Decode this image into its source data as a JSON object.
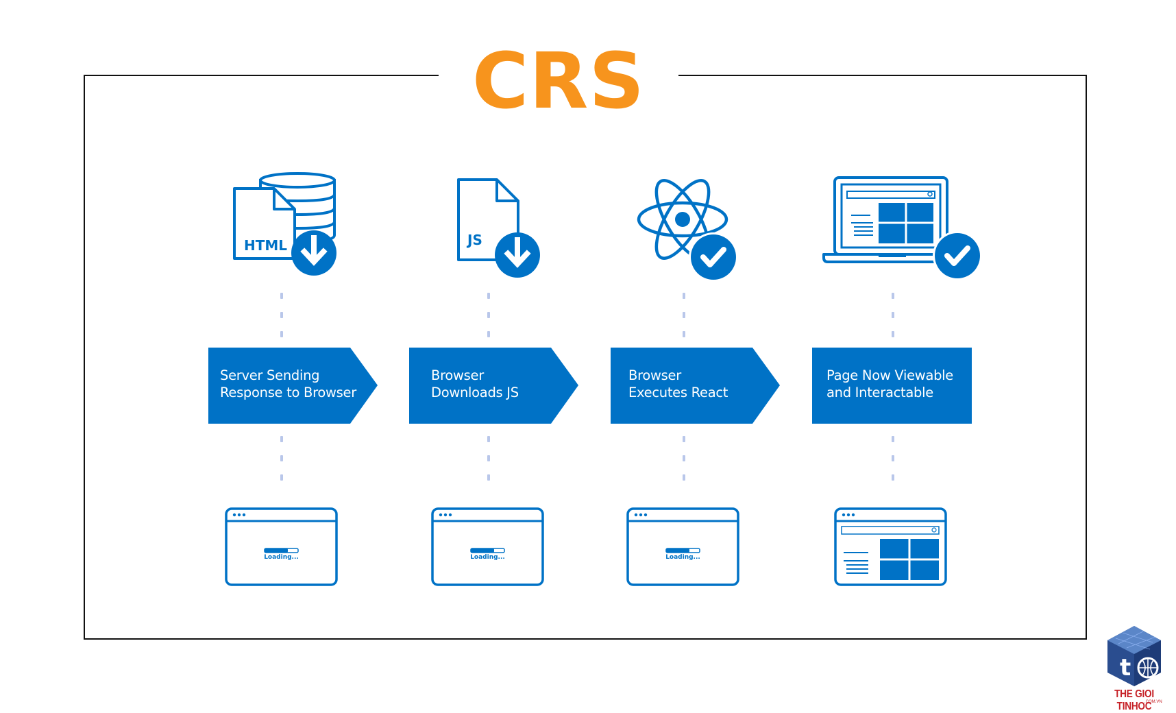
{
  "title": "CRS",
  "colors": {
    "title": "#f7941d",
    "primary": "#0072c6",
    "dash": "#b9c7ea",
    "brand_text": "#c62127",
    "frame": "#111111"
  },
  "steps": [
    {
      "label": "Server Sending\nResponse to Browser",
      "icon": "html-database-download-icon",
      "browser_state": "loading"
    },
    {
      "label": "Browser\nDownloads JS",
      "icon": "js-file-download-icon",
      "browser_state": "loading"
    },
    {
      "label": "Browser\nExecutes React",
      "icon": "react-atom-check-icon",
      "browser_state": "loading"
    },
    {
      "label": "Page Now Viewable\nand Interactable",
      "icon": "laptop-check-icon",
      "browser_state": "rendered"
    }
  ],
  "icons": {
    "html_file_label": "HTML",
    "js_file_label": "JS"
  },
  "browser": {
    "loading_text": "Loading..."
  },
  "brand": {
    "name": "THE GIOI TINHOC",
    "domain": ".COM.VN",
    "logo_letter": "t"
  }
}
